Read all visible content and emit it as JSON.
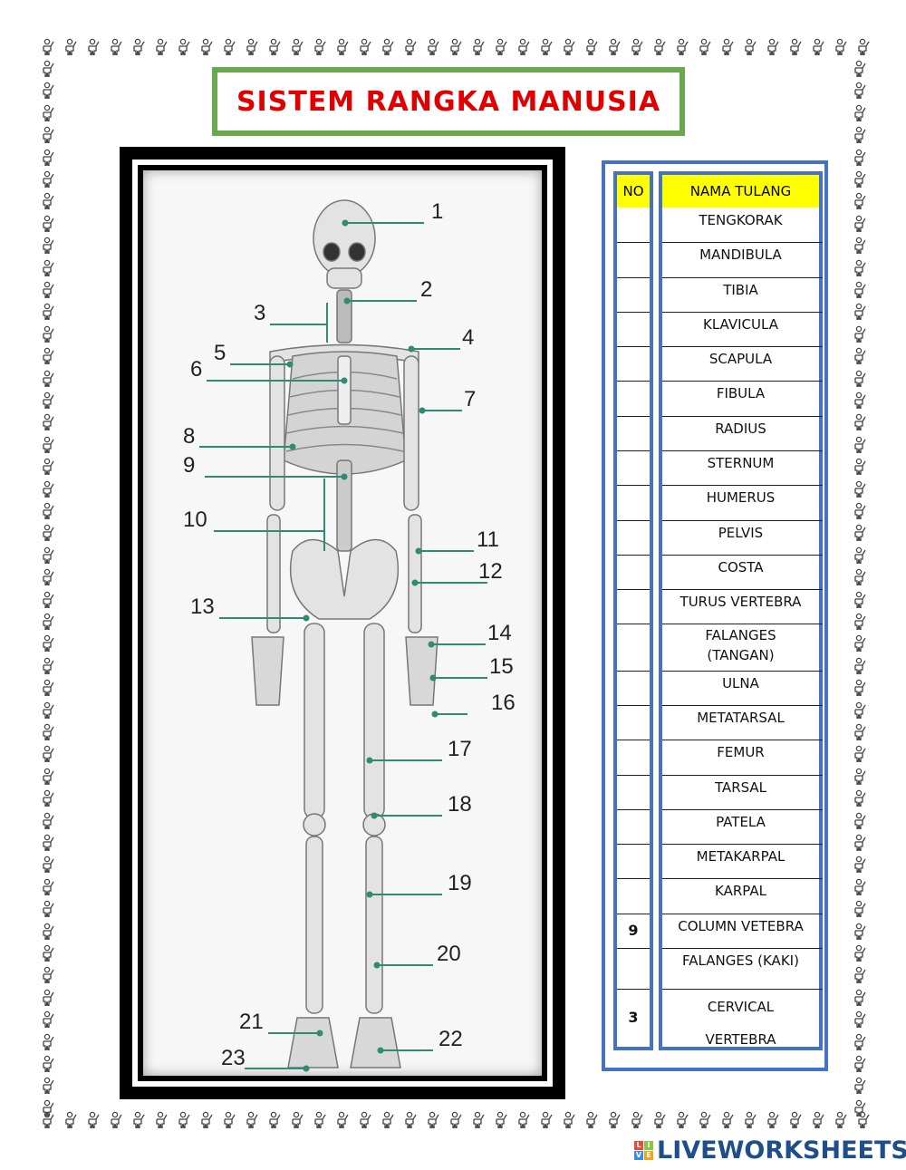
{
  "title": "SISTEM RANGKA MANUSIA",
  "colors": {
    "title_text": "#e00000",
    "title_border": "#6aa84f",
    "table_border": "#4472c4",
    "header_fill": "#ffff00",
    "pointer_line": "#2e8b74",
    "logo_text": "#1f4e8c"
  },
  "diagram": {
    "labels": [
      "1",
      "2",
      "3",
      "4",
      "5",
      "6",
      "7",
      "8",
      "9",
      "10",
      "11",
      "12",
      "13",
      "14",
      "15",
      "16",
      "17",
      "18",
      "19",
      "20",
      "21",
      "22",
      "23"
    ]
  },
  "table": {
    "headers": {
      "no": "NO",
      "name": "NAMA TULANG"
    },
    "rows": [
      {
        "no": "",
        "name": "TENGKORAK"
      },
      {
        "no": "",
        "name": "MANDIBULA"
      },
      {
        "no": "",
        "name": "TIBIA"
      },
      {
        "no": "",
        "name": "KLAVICULA"
      },
      {
        "no": "",
        "name": "SCAPULA"
      },
      {
        "no": "",
        "name": "FIBULA"
      },
      {
        "no": "",
        "name": "RADIUS"
      },
      {
        "no": "",
        "name": "STERNUM"
      },
      {
        "no": "",
        "name": "HUMERUS"
      },
      {
        "no": "",
        "name": "PELVIS"
      },
      {
        "no": "",
        "name": "COSTA"
      },
      {
        "no": "",
        "name": "TURUS VERTEBRA"
      },
      {
        "no": "",
        "name": "FALANGES",
        "name2": "(TANGAN)"
      },
      {
        "no": "",
        "name": "ULNA"
      },
      {
        "no": "",
        "name": "METATARSAL"
      },
      {
        "no": "",
        "name": "FEMUR"
      },
      {
        "no": "",
        "name": "TARSAL"
      },
      {
        "no": "",
        "name": "PATELA"
      },
      {
        "no": "",
        "name": "METAKARPAL"
      },
      {
        "no": "",
        "name": "KARPAL"
      },
      {
        "no": "9",
        "name": "COLUMN VETEBRA"
      },
      {
        "no": "",
        "name": "FALANGES (KAKI)"
      },
      {
        "no": "3",
        "name": "CERVICAL",
        "name2": "VERTEBRA"
      }
    ]
  },
  "footer": {
    "logo_tiles": [
      "L",
      "I",
      "V",
      "E"
    ],
    "logo_text": "LIVEWORKSHEETS"
  }
}
